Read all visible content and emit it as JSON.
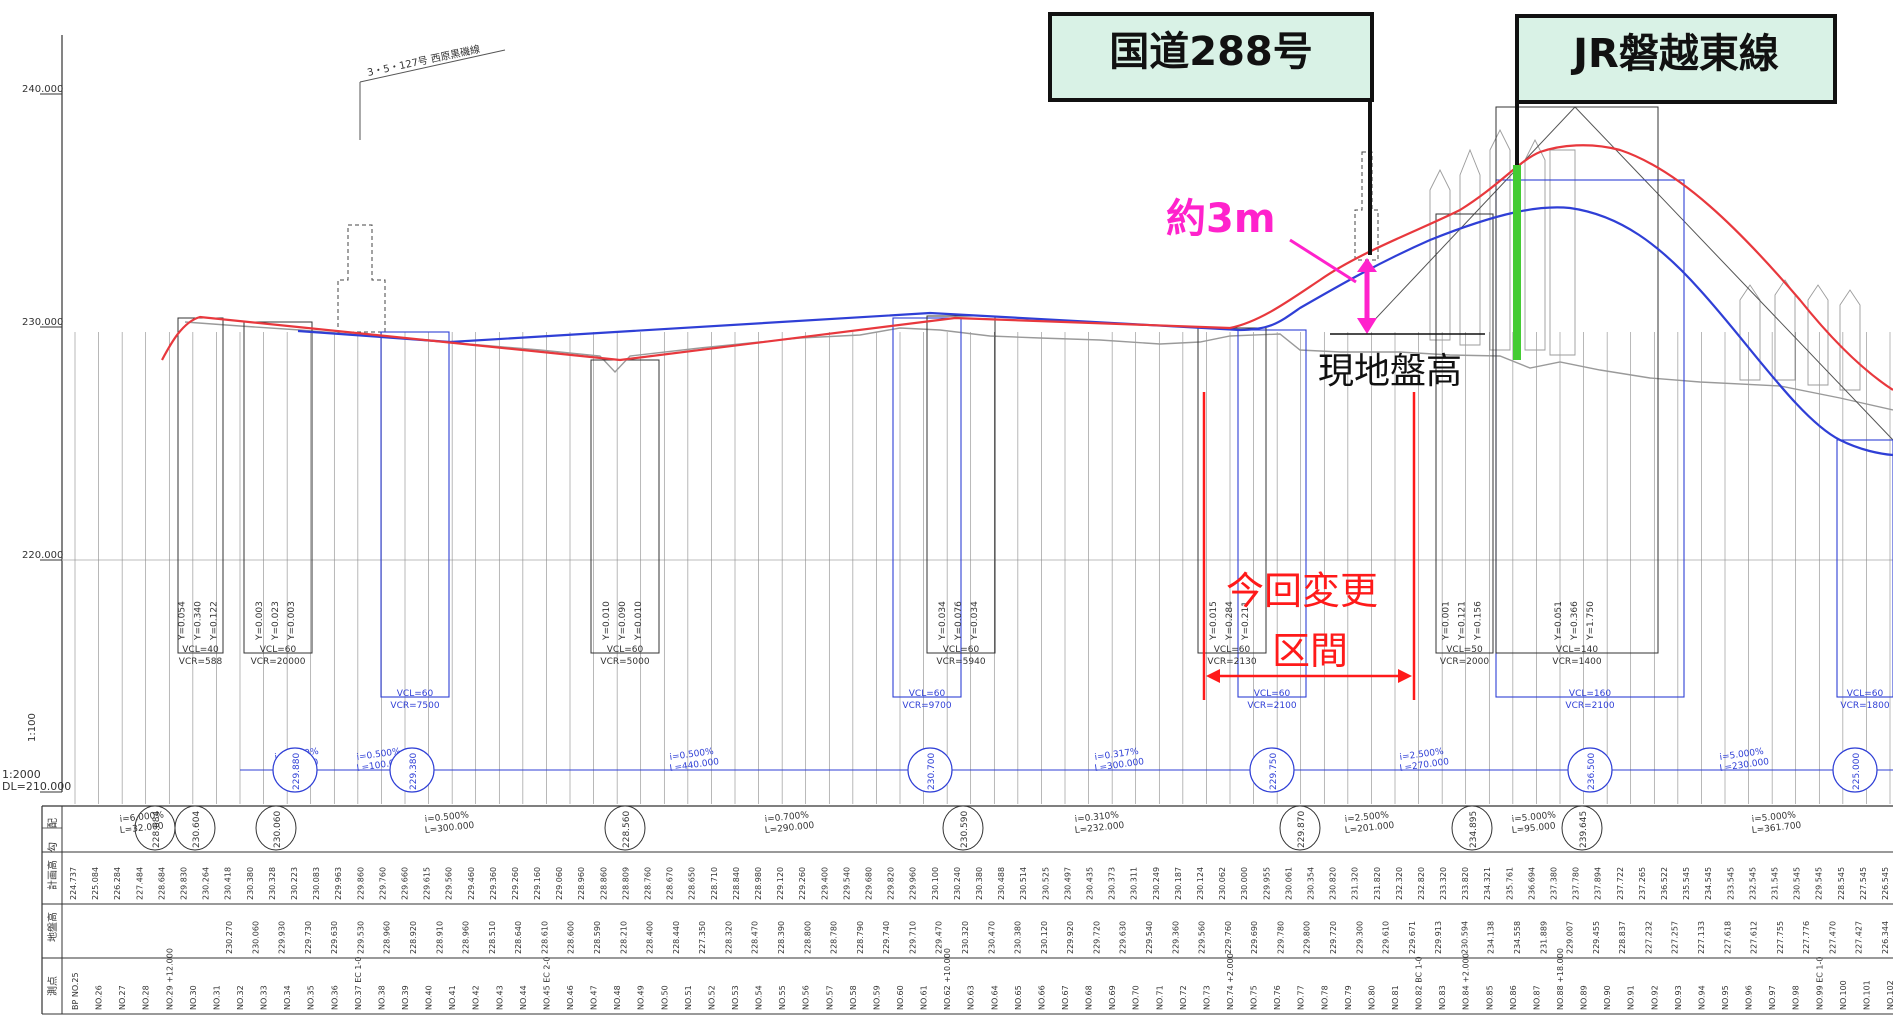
{
  "colors": {
    "plan_line": "#e8383d",
    "blue_line": "#2f3fd6",
    "ground": "#9a9a9a",
    "annotation_magenta": "#ff22cc",
    "annotation_red": "#ff1a1a",
    "callout_fill": "#d9f2e6",
    "railway_marker": "#44cc33"
  },
  "callouts": {
    "road": "国道288号",
    "railway": "JR磐越東線"
  },
  "annotations": {
    "difference": "約3m",
    "ground_height": "現地盤高",
    "change_section_line1": "今回変更",
    "change_section_line2": "区間"
  },
  "elevation_labels": [
    "240.000",
    "230.000",
    "220.000"
  ],
  "scale_labels": {
    "vertical_scale": "1:100",
    "horizontal_scale": "1:2000",
    "datum": "DL=210.000"
  },
  "top_road_label": "3・5・127号 西原黒磯線",
  "row_labels": [
    "配",
    "勾",
    "計画高",
    "地盤高",
    "測点"
  ],
  "vertical_curves": [
    {
      "top": "Y=0.054",
      "mid": "Y=0.340",
      "bot": "Y=0.122",
      "vcl": "VCL=40",
      "vcr": "VCR=588"
    },
    {
      "top": "Y=0.003",
      "mid": "Y=0.023",
      "bot": "Y=0.003",
      "vcl": "VCL=60",
      "vcr": "VCR=20000"
    },
    {
      "top": "Y=0.010",
      "mid": "Y=0.090",
      "bot": "Y=0.010",
      "vcl": "VCL=60",
      "vcr": "VCR=5000"
    },
    {
      "top": "Y=0.034",
      "mid": "Y=0.076",
      "bot": "Y=0.034",
      "vcl": "VCL=60",
      "vcr": "VCR=5940"
    },
    {
      "top": "Y=0.015",
      "mid": "Y=0.284",
      "bot": "Y=0.211",
      "vcl": "VCL=60",
      "vcr": "VCR=2130"
    },
    {
      "top": "Y=0.001",
      "mid": "Y=0.121",
      "bot": "Y=0.156",
      "vcl": "VCL=50",
      "vcr": "VCR=2000"
    },
    {
      "top": "Y=0.051",
      "mid": "Y=0.366",
      "bot": "Y=1.750",
      "vcl": "VCL=140",
      "vcr": "VCR=1400"
    }
  ],
  "blue_curves": [
    {
      "vcl": "VCL=60",
      "vcr": "VCR=7500"
    },
    {
      "vcl": "VCL=60",
      "vcr": "VCR=9700"
    },
    {
      "vcl": "VCL=60",
      "vcr": "VCR=2100"
    },
    {
      "vcl": "VCL=160",
      "vcr": "VCR=2100"
    },
    {
      "vcl": "VCL=60",
      "vcr": "VCR=1800"
    }
  ],
  "blue_gradients": [
    {
      "i": "i=0.800%",
      "l": "L=68.000"
    },
    {
      "i": "i=0.500%",
      "l": "L=100.000"
    },
    {
      "i": "i=0.500%",
      "l": "L=440.000"
    },
    {
      "i": "i=0.317%",
      "l": "L=300.000"
    },
    {
      "i": "i=2.500%",
      "l": "L=270.000"
    },
    {
      "i": "i=5.000%",
      "l": "L=230.000"
    }
  ],
  "blue_circles": [
    "229.880",
    "229.380",
    "230.700",
    "229.750",
    "236.500",
    "225.000"
  ],
  "black_gradients": [
    {
      "i": "i=6.000%",
      "l": "L=32.000"
    },
    {
      "i": "i=0.500%",
      "l": "L=300.000"
    },
    {
      "i": "i=0.700%",
      "l": "L=290.000"
    },
    {
      "i": "i=0.310%",
      "l": "L=232.000"
    },
    {
      "i": "i=2.500%",
      "l": "L=201.000"
    },
    {
      "i": "i=5.000%",
      "l": "L=95.000"
    },
    {
      "i": "i=5.000%",
      "l": "L=361.700"
    }
  ],
  "table_circles": [
    "228.684",
    "230.604",
    "230.060",
    "228.560",
    "230.590",
    "229.870",
    "234.895",
    "239.645"
  ],
  "plan_heights": [
    "224.737",
    "225.084",
    "226.284",
    "227.484",
    "228.684",
    "229.830",
    "230.264",
    "230.418",
    "230.380",
    "230.328",
    "230.223",
    "230.083",
    "229.963",
    "229.860",
    "229.760",
    "229.660",
    "229.615",
    "229.560",
    "229.460",
    "229.360",
    "229.260",
    "229.160",
    "229.060",
    "228.960",
    "228.860",
    "228.809",
    "228.760",
    "228.670",
    "228.650",
    "228.710",
    "228.840",
    "228.980",
    "229.120",
    "229.260",
    "229.400",
    "229.540",
    "229.680",
    "229.820",
    "229.960",
    "230.100",
    "230.240",
    "230.380",
    "230.488",
    "230.514",
    "230.525",
    "230.497",
    "230.435",
    "230.373",
    "230.311",
    "230.249",
    "230.187",
    "230.124",
    "230.062",
    "230.000",
    "229.955",
    "230.061",
    "230.354",
    "230.820",
    "231.320",
    "231.820",
    "232.320",
    "232.820",
    "233.320",
    "233.820",
    "234.321",
    "235.761",
    "236.694",
    "237.380",
    "237.780",
    "237.894",
    "237.722",
    "237.265",
    "236.522",
    "235.545",
    "234.545",
    "233.545",
    "232.545",
    "231.545",
    "230.545",
    "229.545",
    "228.545",
    "227.545",
    "226.545"
  ],
  "ground_heights": [
    "230.270",
    "230.060",
    "229.930",
    "229.730",
    "229.630",
    "229.530",
    "228.960",
    "228.920",
    "228.910",
    "228.960",
    "228.510",
    "228.640",
    "228.610",
    "228.600",
    "228.590",
    "228.210",
    "228.400",
    "228.440",
    "227.350",
    "228.320",
    "228.470",
    "228.390",
    "228.800",
    "228.780",
    "228.790",
    "229.740",
    "229.710",
    "229.470",
    "230.320",
    "230.470",
    "230.380",
    "230.120",
    "229.920",
    "229.720",
    "229.630",
    "229.540",
    "229.360",
    "229.560",
    "229.760",
    "229.690",
    "229.780",
    "229.800",
    "229.720",
    "229.300",
    "229.610",
    "229.671",
    "229.913",
    "230.594",
    "234.138",
    "234.558",
    "231.889",
    "229.007",
    "229.455",
    "228.837",
    "227.232",
    "227.257",
    "227.133",
    "227.618",
    "227.612",
    "227.755",
    "227.776",
    "227.470",
    "227.427",
    "226.344"
  ],
  "stations": [
    "BP NO.25",
    "NO.26",
    "NO.27",
    "NO.28",
    "NO.29 +12.000",
    "NO.30",
    "NO.31",
    "NO.32",
    "NO.33",
    "NO.34",
    "NO.35",
    "NO.36",
    "NO.37 EC 1-0",
    "NO.38",
    "NO.39",
    "NO.40",
    "NO.41",
    "NO.42",
    "NO.43",
    "NO.44",
    "NO.45 EC 2-0",
    "NO.46",
    "NO.47",
    "NO.48",
    "NO.49",
    "NO.50",
    "NO.51",
    "NO.52",
    "NO.53",
    "NO.54",
    "NO.55",
    "NO.56",
    "NO.57",
    "NO.58",
    "NO.59",
    "NO.60",
    "NO.61",
    "NO.62 +10.000",
    "NO.63",
    "NO.64",
    "NO.65",
    "NO.66",
    "NO.67",
    "NO.68",
    "NO.69",
    "NO.70",
    "NO.71",
    "NO.72",
    "NO.73",
    "NO.74 +2.000",
    "NO.75",
    "NO.76",
    "NO.77",
    "NO.78",
    "NO.79",
    "NO.80",
    "NO.81",
    "NO.82 BC 1-0",
    "NO.83",
    "NO.84 +2.000",
    "NO.85",
    "NO.86",
    "NO.87",
    "NO.88 +18.000",
    "NO.89",
    "NO.90",
    "NO.91",
    "NO.92",
    "NO.93",
    "NO.94",
    "NO.95",
    "NO.96",
    "NO.97",
    "NO.98",
    "NO.99 EC 1-0",
    "NO.100",
    "NO.101",
    "NO.102"
  ]
}
